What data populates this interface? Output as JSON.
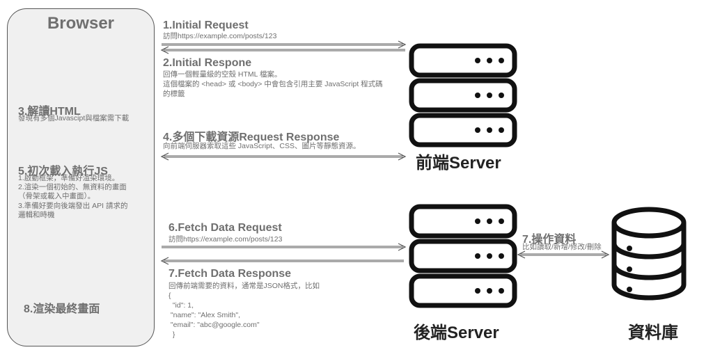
{
  "browser": {
    "title": "Browser",
    "step3": {
      "title": "3.解讀HTML",
      "text": "發現有多個Javascipt與檔案需下載"
    },
    "step5": {
      "title": "5.初次載入執行JS",
      "lines": [
        "1.啟動框架，準備好渲染環境。",
        "2.渲染一個初始的、無資料的畫面",
        "（骨架或載入中畫面）。",
        "3.準備好要向後端發出 API 請求的",
        "邏輯和時機"
      ]
    },
    "step8": {
      "title": "8.渲染最終畫面"
    }
  },
  "flows": {
    "step1": {
      "title": "1.Initial Request",
      "text": "訪問https://example.com/posts/123"
    },
    "step2": {
      "title": "2.Initial Respone",
      "lines": [
        "回傳一個輕量級的空殼 HTML 檔案。",
        "這個檔案的 <head> 或 <body> 中會包含引用主要 JavaScript 程式碼",
        "的標籤"
      ]
    },
    "step4": {
      "title": "4.多個下載資源Request Response",
      "text": "向前端伺服器索取這些 JavaScript、CSS、圖片等靜態資源。"
    },
    "step6": {
      "title": "6.Fetch Data Request",
      "text": "訪問https://example.com/posts/123"
    },
    "step7": {
      "title": "7.Fetch Data Response",
      "lines": [
        "回傳前端需要的資料，通常是JSON格式，比如",
        "{",
        "  \"id\": 1,",
        " \"name\": \"Alex Smith\",",
        " \"email\": \"abc@google.com\"",
        "  }"
      ]
    },
    "db_op": {
      "title": "7.操作資料",
      "text": "比如讀取/新增/修改/刪除"
    }
  },
  "servers": {
    "frontend": {
      "label": "前端Server",
      "icon": "server-rack-icon"
    },
    "backend": {
      "label": "後端Server",
      "icon": "server-rack-icon"
    },
    "database": {
      "label": "資料庫",
      "icon": "database-icon"
    }
  },
  "colors": {
    "panel": "#f0f0f0",
    "text": "#6f6f6f",
    "icon": "#111111"
  }
}
